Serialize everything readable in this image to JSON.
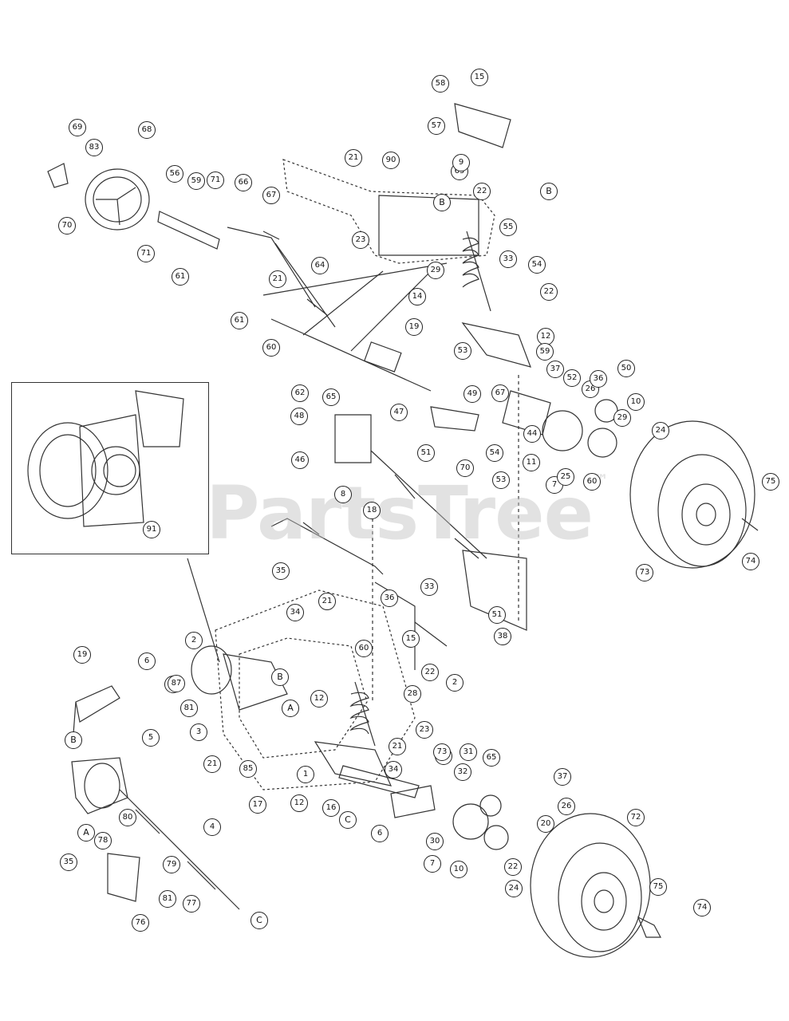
{
  "watermark": {
    "text": "PartsTree",
    "mark": "™"
  },
  "callouts_top": [
    "69",
    "68",
    "83",
    "70",
    "56",
    "59",
    "71",
    "66",
    "67",
    "71",
    "61",
    "21",
    "90",
    "57",
    "65",
    "58",
    "15",
    "9",
    "B",
    "B",
    "22",
    "55",
    "23",
    "64",
    "21",
    "61",
    "60",
    "62",
    "65",
    "29",
    "19",
    "14",
    "33",
    "54",
    "22",
    "53",
    "12",
    "59",
    "50",
    "37",
    "52",
    "26",
    "36",
    "67",
    "49",
    "47",
    "10",
    "29",
    "24",
    "48",
    "44",
    "51",
    "70",
    "54",
    "53",
    "11",
    "7",
    "25",
    "60",
    "46",
    "75",
    "74",
    "73",
    "87",
    "8",
    "18",
    "35",
    "36",
    "33",
    "21",
    "15",
    "60",
    "38",
    "51",
    "91"
  ],
  "callouts_bottom": [
    "2",
    "34",
    "B",
    "22",
    "19",
    "6",
    "87",
    "81",
    "B",
    "3",
    "21",
    "12",
    "28",
    "2",
    "A",
    "23",
    "18",
    "21",
    "5",
    "85",
    "73",
    "31",
    "65",
    "17",
    "12",
    "1",
    "16",
    "34",
    "32",
    "37",
    "C",
    "6",
    "30",
    "26",
    "20",
    "7",
    "10",
    "22",
    "24",
    "72",
    "75",
    "74",
    "4",
    "80",
    "A",
    "78",
    "79",
    "35",
    "77",
    "76",
    "81",
    "C"
  ],
  "colors": {
    "line": "#222222",
    "watermark": "#bebebe",
    "background": "#ffffff"
  }
}
